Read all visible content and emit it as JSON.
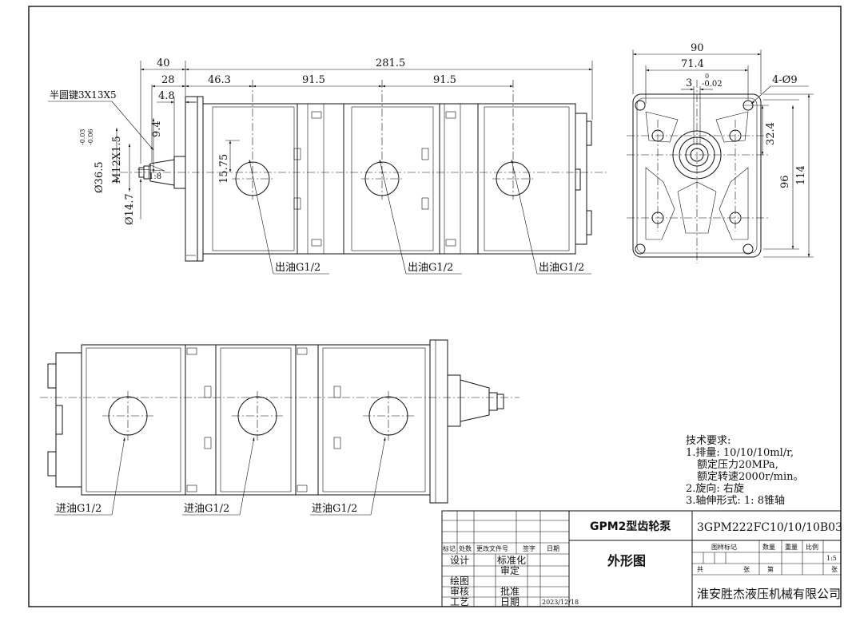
{
  "dimensions": {
    "front_40": "40",
    "front_281_5": "281.5",
    "front_28": "28",
    "front_46_3": "46.3",
    "front_91_5_a": "91.5",
    "front_91_5_b": "91.5",
    "front_4_8": "4.8",
    "front_9_4": "9.4",
    "front_15_75": "15.75",
    "shaft_dia": "Ø36.5",
    "shaft_tol_up": "-0.03",
    "shaft_tol_dn": "-0.06",
    "thread": "M12X1.5",
    "shaft_end": "Ø14.7",
    "taper": "1:8",
    "key": "半圆键3X13X5",
    "side_90": "90",
    "side_71_4": "71.4",
    "side_3": "3",
    "side_3_tol_up": "0",
    "side_3_tol_dn": "-0.02",
    "side_holes": "4-Ø9",
    "side_32_4": "32.4",
    "side_96": "96",
    "side_114": "114"
  },
  "ports": {
    "out_1": "出油G1/2",
    "out_2": "出油G1/2",
    "out_3": "出油G1/2",
    "in_1": "进油G1/2",
    "in_2": "进油G1/2",
    "in_3": "进油G1/2"
  },
  "tech": {
    "heading": "技术要求:",
    "line1": "1.排量: 10/10/10ml/r,",
    "line2": "额定压力20MPa,",
    "line3": "额定转速2000r/min。",
    "line4": "2.旋向: 右旋",
    "line5": "3.轴伸形式: 1: 8锥轴"
  },
  "title_block": {
    "product_name": "GPM2型齿轮泵",
    "model": "3GPM222FC10/10/10B03",
    "drawing_type": "外形图",
    "company": "淮安胜杰液压机械有限公司",
    "hdr_mark": "标记",
    "hdr_count": "处数",
    "hdr_change": "更改文件号",
    "hdr_sign": "签字",
    "hdr_date": "日期",
    "design": "设计",
    "drawn": "绘图",
    "review": "审核",
    "process": "工艺",
    "standard": "标准化",
    "check": "审定",
    "approve": "批准",
    "date_label": "日期",
    "date_value": "2023/12/18",
    "sample_mark": "图样标记",
    "qty": "数量",
    "weight": "重量",
    "scale": "比例",
    "scale_value": "1:5",
    "total": "共",
    "sheet": "张",
    "no": "第",
    "sheet2": "张"
  }
}
